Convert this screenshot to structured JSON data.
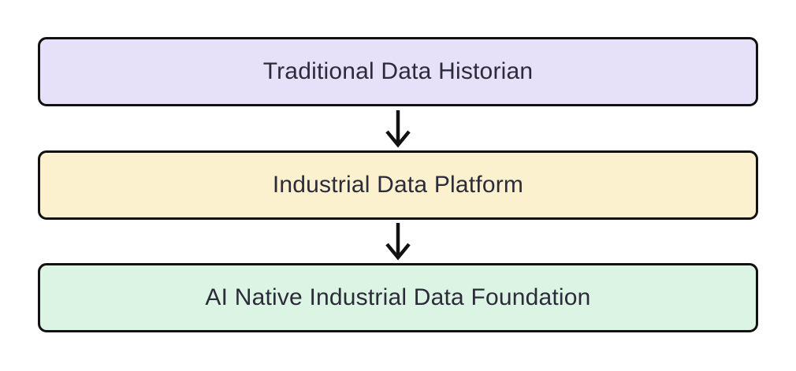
{
  "diagram": {
    "type": "flowchart-top-down",
    "background": "#ffffff",
    "nodes": [
      {
        "label": "Traditional Data Historian",
        "fill": "#e7e0f9"
      },
      {
        "label": "Industrial Data Platform",
        "fill": "#fcf1ce"
      },
      {
        "label": "AI Native Industrial Data Foundation",
        "fill": "#dcf4e4"
      }
    ],
    "edges": [
      {
        "from": "Traditional Data Historian",
        "to": "Industrial Data Platform",
        "style": "arrow-down"
      },
      {
        "from": "Industrial Data Platform",
        "to": "AI Native Industrial Data Foundation",
        "style": "arrow-down"
      }
    ],
    "colors": {
      "border": "#111111",
      "arrow": "#111111",
      "text": "#2b2b3a"
    }
  }
}
